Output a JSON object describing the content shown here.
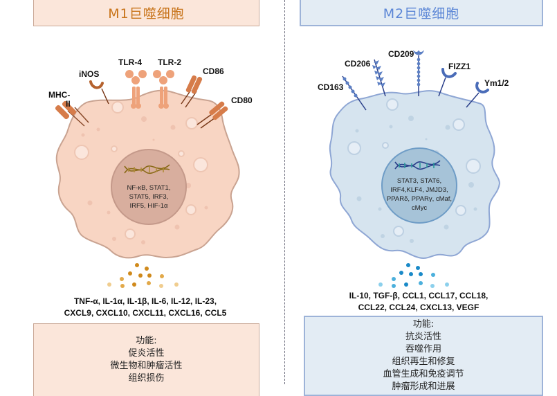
{
  "m1": {
    "title": "M1巨噬细胞",
    "receptors": [
      "MHC-II",
      "iNOS",
      "TLR-4",
      "TLR-2",
      "CD86",
      "CD80"
    ],
    "receptor_labels": {
      "mhc_line1": "MHC-",
      "mhc_line2": "II",
      "inos": "iNOS",
      "tlr4": "TLR-4",
      "tlr2": "TLR-2",
      "cd86": "CD86",
      "cd80": "CD80"
    },
    "nucleus_factors": [
      "NF-κB, STAT1,",
      "STAT5, IRF3,",
      "IRF5, HIF-1α"
    ],
    "cytokines": [
      "TNF-α, IL-1α, IL-1β, IL-6, IL-12, IL-23,",
      "CXCL9, CXCL10, CXCL11, CXCL16, CCL5"
    ],
    "function_title": "功能:",
    "functions": [
      "促炎活性",
      "微生物和肿瘤活性",
      "组织损伤"
    ],
    "colors": {
      "accent": "#c8741a",
      "cell": "#f8d5c3",
      "nucleus": "#d8ae9e",
      "box": "#fbe6da"
    }
  },
  "m2": {
    "title": "M2巨噬细胞",
    "receptor_labels": {
      "cd163": "CD163",
      "cd206": "CD206",
      "cd209": "CD209",
      "fizz1": "FIZZ1",
      "ym": "Ym1/2"
    },
    "nucleus_factors": [
      "STAT3, STAT6,",
      "IRF4,KLF4, JMJD3,",
      "PPARδ, PPARγ, cMaf,",
      "cMyc"
    ],
    "cytokines": [
      "IL-10, TGF-β, CCL1, CCL17, CCL18,",
      "CCL22, CCL24, CXCL13, VEGF"
    ],
    "function_title": "功能:",
    "functions": [
      "抗炎活性",
      "吞噬作用",
      "组织再生和修复",
      "血管生成和免疫调节",
      "肿瘤形成和进展"
    ],
    "colors": {
      "accent": "#5b86d6",
      "cell": "#d6e4ef",
      "nucleus": "#a6c3d8",
      "box": "#e3ecf4"
    }
  }
}
